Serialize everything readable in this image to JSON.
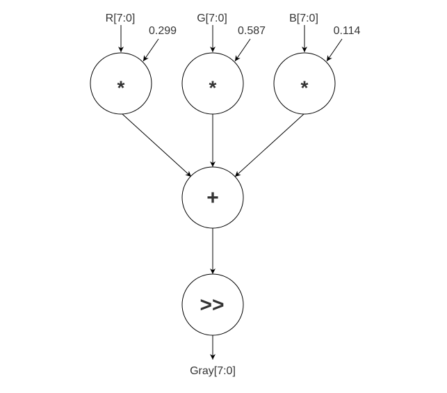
{
  "inputs": {
    "r": "R[7:0]",
    "g": "G[7:0]",
    "b": "B[7:0]"
  },
  "coefficients": {
    "r": "0.299",
    "g": "0.587",
    "b": "0.114"
  },
  "operators": {
    "mul_r": "*",
    "mul_g": "*",
    "mul_b": "*",
    "add": "+",
    "shift": ">>"
  },
  "output": {
    "label": "Gray[7:0]"
  }
}
